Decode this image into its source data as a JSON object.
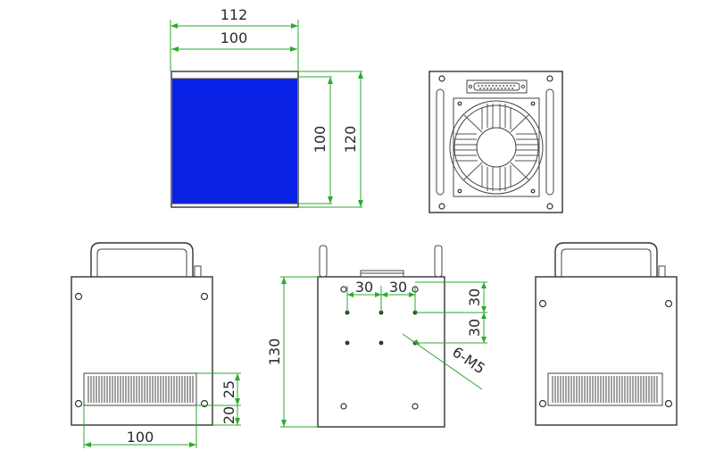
{
  "colors": {
    "emitter": "#0a22e6",
    "dimension_line": "#2eaa2e",
    "outline": "#333333"
  },
  "front_view": {
    "dim_top_outer": "112",
    "dim_top_inner": "100",
    "dim_right_inner": "100",
    "dim_right_outer": "120"
  },
  "rear_view": {},
  "left_side_view": {
    "dim_grille_width": "100",
    "dim_grille_height": "25",
    "dim_grille_offset": "20"
  },
  "bottom_view": {
    "dim_height": "130",
    "dim_spacing_1": "30",
    "dim_spacing_2": "30",
    "dim_vertical_1": "30",
    "dim_vertical_2": "30",
    "hole_callout": "6-M5"
  },
  "right_side_view": {}
}
